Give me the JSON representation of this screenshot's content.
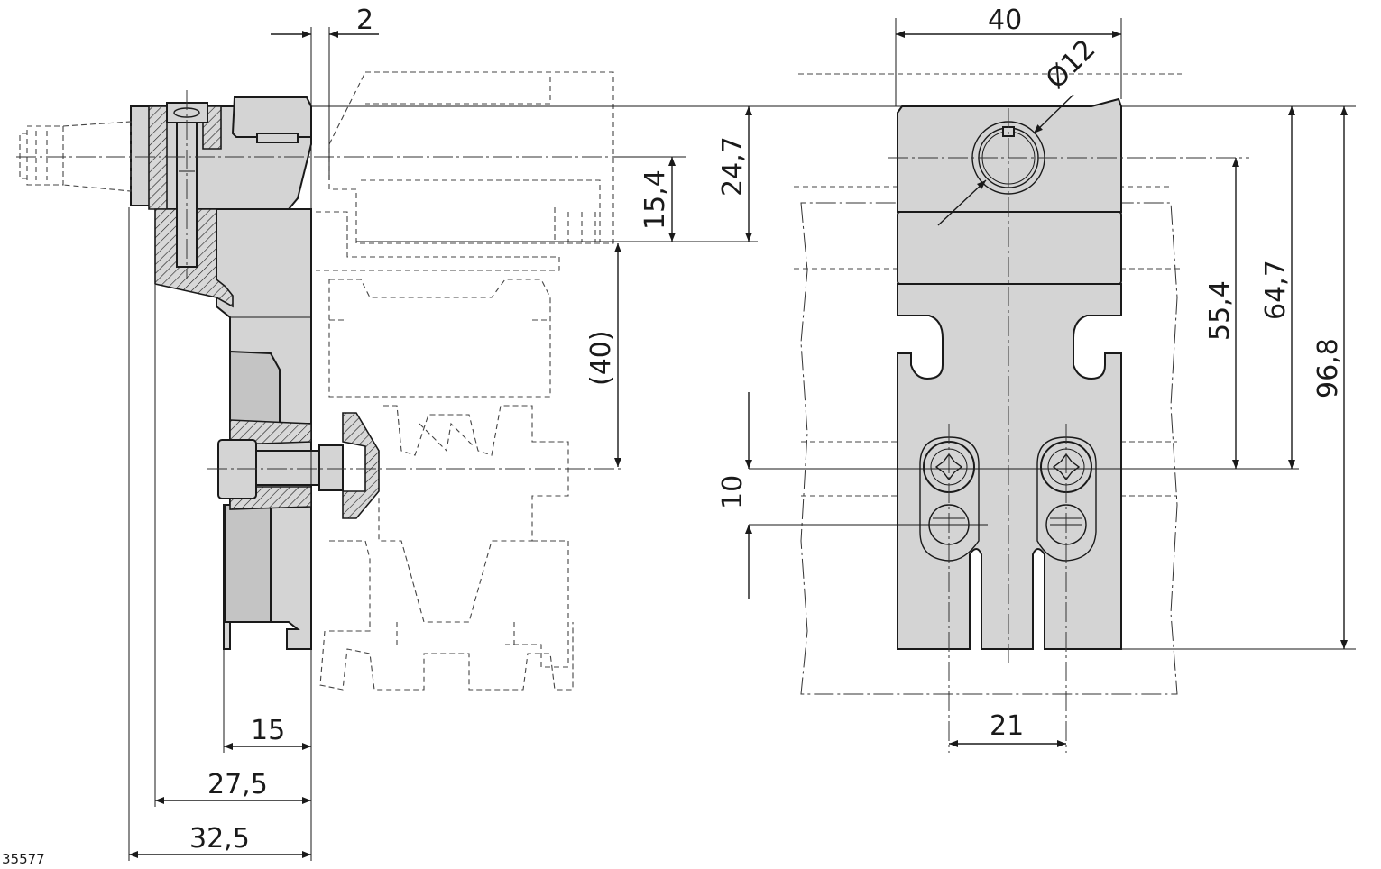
{
  "drawing_id": "35577",
  "dimensions": {
    "gap_2": "2",
    "width_40": "40",
    "diameter_12": "Ø12",
    "height_24_7": "24,7",
    "height_15_4": "15,4",
    "profile_40": "(40)",
    "height_55_4": "55,4",
    "height_64_7": "64,7",
    "height_96_8": "96,8",
    "slot_10": "10",
    "spacing_21": "21",
    "depth_15": "15",
    "depth_27_5": "27,5",
    "depth_32_5": "32,5"
  }
}
